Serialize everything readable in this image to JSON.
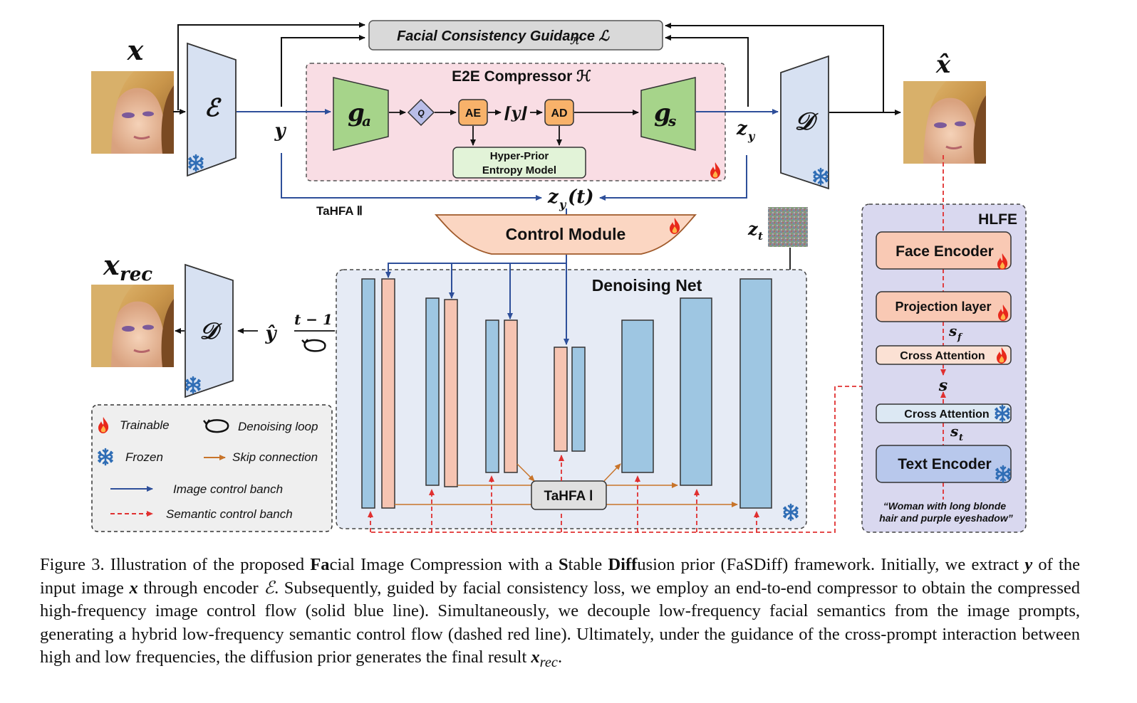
{
  "diagram": {
    "input_label": "x",
    "output_label": "x̂",
    "rec_label": "x",
    "rec_sub": "rec",
    "encoder_symbol": "ℰ",
    "decoder_symbol": "𝒟",
    "guidance_label": "Facial Consistency Guidance ℒ",
    "guidance_sub": "ℋ",
    "compressor_title": "E2E Compressor ℋ",
    "ga_label": "g",
    "ga_sub": "a",
    "gs_label": "g",
    "gs_sub": "s",
    "q_label": "Q",
    "ae_label": "AE",
    "ad_label": "AD",
    "y_quant": "⌈y⌋",
    "hyper_prior_line1": "Hyper-Prior",
    "hyper_prior_line2": "Entropy Model",
    "y_label": "y",
    "zy_label": "z",
    "zy_sub": "y",
    "zyt_label": "z",
    "zyt_sub": "y",
    "zyt_suffix": "(t)",
    "tahfa2_label": "TaHFA Ⅱ",
    "control_module": "Control Module",
    "zt_label": "z",
    "zt_sub": "t",
    "denoising_net": "Denoising Net",
    "tahfa1_label": "TaHFA Ⅰ",
    "yhat_label": "ŷ",
    "t_minus_1": "t − 1",
    "hlfe_title": "HLFE",
    "face_encoder": "Face Encoder",
    "projection_layer": "Projection layer",
    "sf_label": "s",
    "sf_sub": "f",
    "cross_attention_1": "Cross Attention",
    "s_label": "s",
    "cross_attention_2": "Cross Attention",
    "st_label": "s",
    "st_sub": "t",
    "text_encoder": "Text Encoder",
    "prompt_line1": "“Woman with long blonde",
    "prompt_line2": "hair and purple eyeshadow”"
  },
  "legend": {
    "trainable": "Trainable",
    "frozen": "Frozen",
    "denoising_loop": "Denoising loop",
    "skip_connection": "Skip connection",
    "image_control": "Image control banch",
    "semantic_control": "Semantic control banch"
  },
  "caption": {
    "p1": "Figure 3. Illustration of the proposed ",
    "b1": "Fa",
    "p2": "cial Image Compression with a ",
    "b2": "S",
    "p3": "table ",
    "b3": "Diff",
    "p4": "usion prior (FaSDiff) framework. Initially, we extract ",
    "m1": "y",
    "p5": " of the input image ",
    "m2": "x",
    "p6": " through encoder ",
    "m3": "ℰ",
    "p7": ". Subsequently, guided by facial consistency loss, we employ an end-to-end compressor to obtain the compressed high-frequency image control flow (solid blue line). Simultaneously, we decouple low-frequency facial semantics from the image prompts, generating a hybrid low-frequency semantic control flow (dashed red line). Ultimately, under the guidance of the cross-prompt interaction between high and low frequencies, the diffusion prior generates the final result ",
    "m4": "x",
    "m4sub": "rec",
    "p8": "."
  },
  "colors": {
    "blue_line": "#2e4f9a",
    "red_dash": "#e03030",
    "skip_line": "#c8742a",
    "compressor_bg": "#f9dde4",
    "green": "#a6d48a",
    "orange": "#f8b26a",
    "encoder_fill": "#d7e1f2",
    "unet_blue": "#9ec6e2",
    "unet_pink": "#f6c4b2",
    "hlfe_bg": "#d9d8ef"
  }
}
